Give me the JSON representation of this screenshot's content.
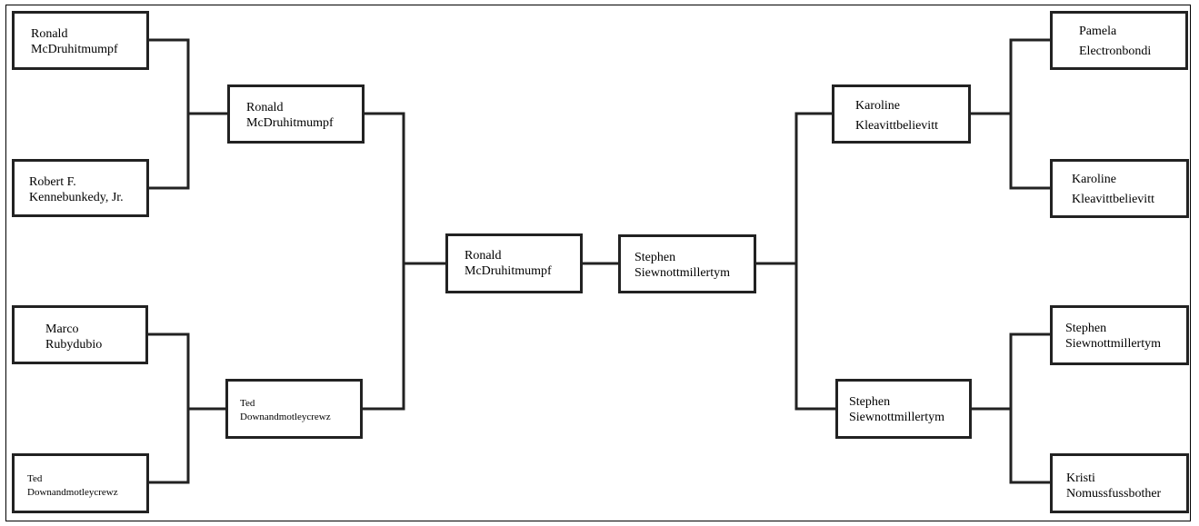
{
  "bracket": {
    "left_round1": [
      {
        "first": "Ronald",
        "last": "McDruhitmumpf"
      },
      {
        "first": "Robert F.",
        "last": "Kennebunkedy, Jr."
      },
      {
        "first": "Marco",
        "last": "Rubydubio"
      },
      {
        "first": "Ted",
        "last": "Downandmotleycrewz"
      }
    ],
    "left_round2": [
      {
        "first": "Ronald",
        "last": "McDruhitmumpf"
      },
      {
        "first": "Ted",
        "last": "Downandmotleycrewz"
      }
    ],
    "final": [
      {
        "first": "Ronald",
        "last": "McDruhitmumpf"
      },
      {
        "first": "Stephen",
        "last": "Siewnottmillertym"
      }
    ],
    "right_round2": [
      {
        "first": "Karoline",
        "last": "Kleavittbelievitt"
      },
      {
        "first": "Stephen",
        "last": "Siewnottmillertym"
      }
    ],
    "right_round1": [
      {
        "first": "Pamela",
        "last": "Electronbondi"
      },
      {
        "first": "Karoline",
        "last": "Kleavittbelievitt"
      },
      {
        "first": "Stephen",
        "last": "Siewnottmillertym"
      },
      {
        "first": "Kristi",
        "last": "Nomussfussbother"
      }
    ]
  }
}
